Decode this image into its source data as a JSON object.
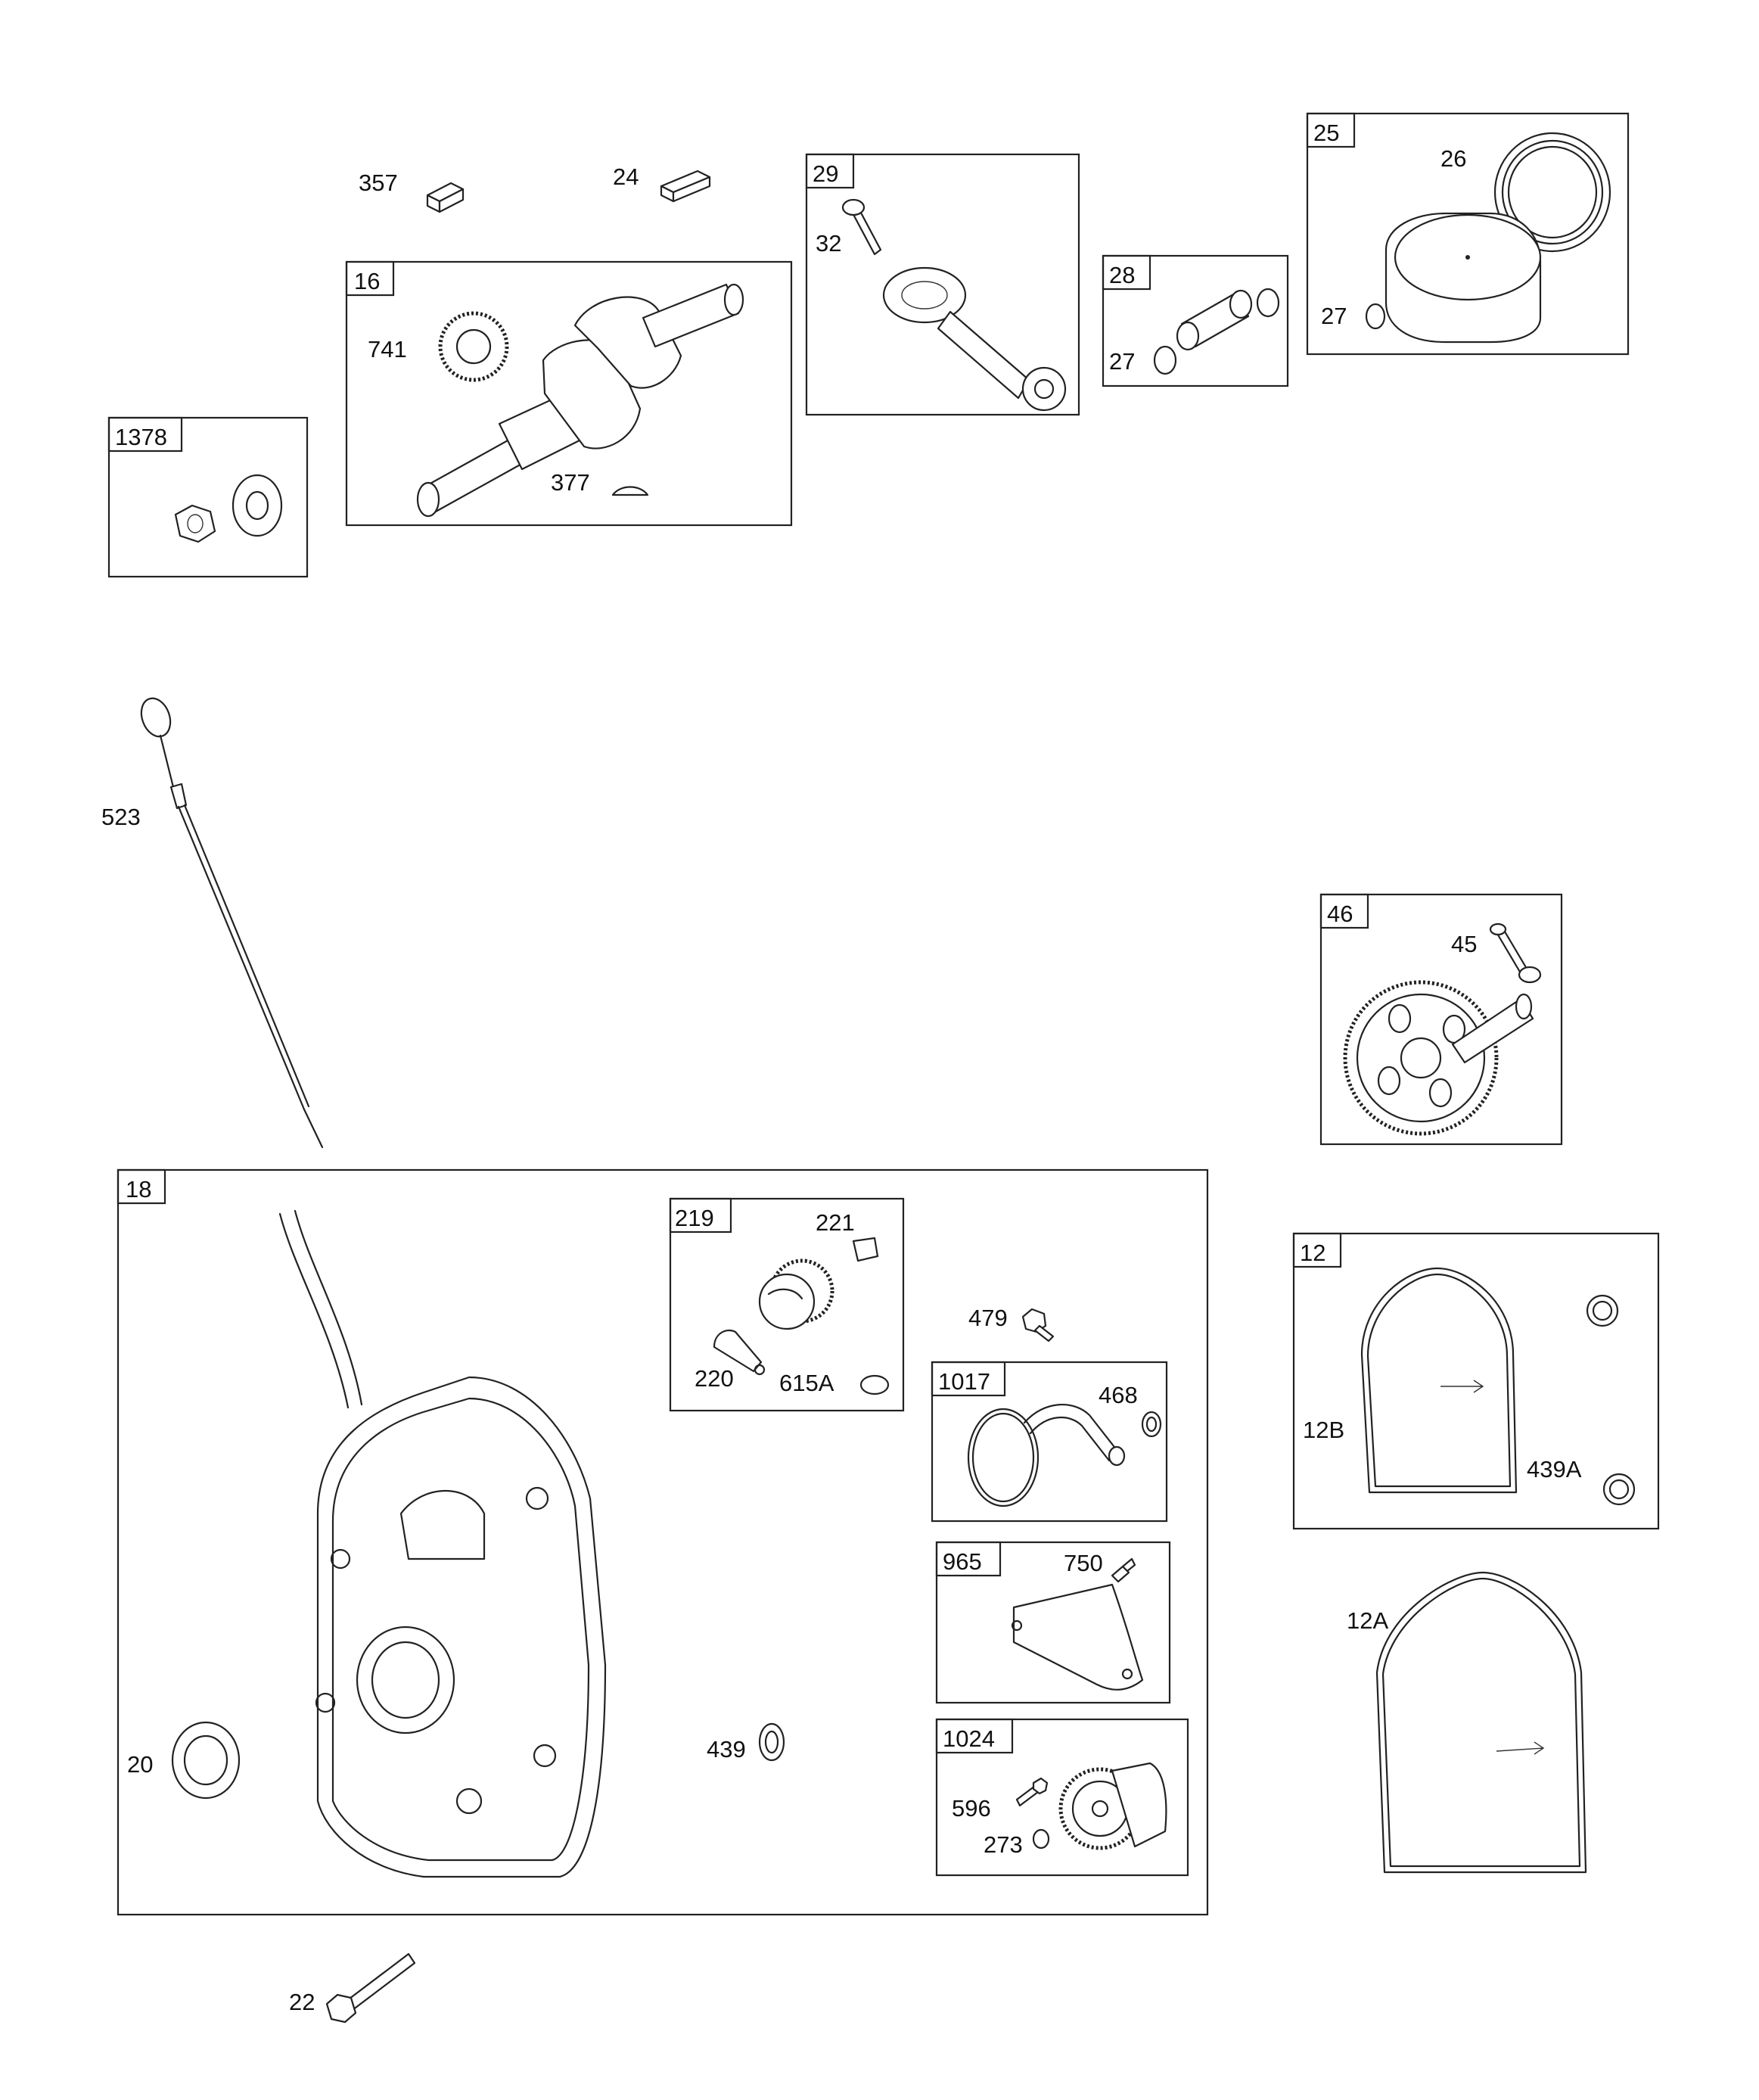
{
  "groups": {
    "g1378": "1378",
    "g16": "16",
    "g29": "29",
    "g28": "28",
    "g25": "25",
    "g46": "46",
    "g18": "18",
    "g219": "219",
    "g1017": "1017",
    "g965": "965",
    "g1024": "1024",
    "g12": "12"
  },
  "parts": {
    "p357": "357",
    "p24": "24",
    "p741": "741",
    "p377": "377",
    "p32": "32",
    "p27a": "27",
    "p26": "26",
    "p27b": "27",
    "p45": "45",
    "p523": "523",
    "p221": "221",
    "p220": "220",
    "p615A": "615A",
    "p479": "479",
    "p468": "468",
    "p750": "750",
    "p596": "596",
    "p273": "273",
    "p439": "439",
    "p20": "20",
    "p22": "22",
    "p12B": "12B",
    "p439A": "439A",
    "p12A": "12A"
  }
}
